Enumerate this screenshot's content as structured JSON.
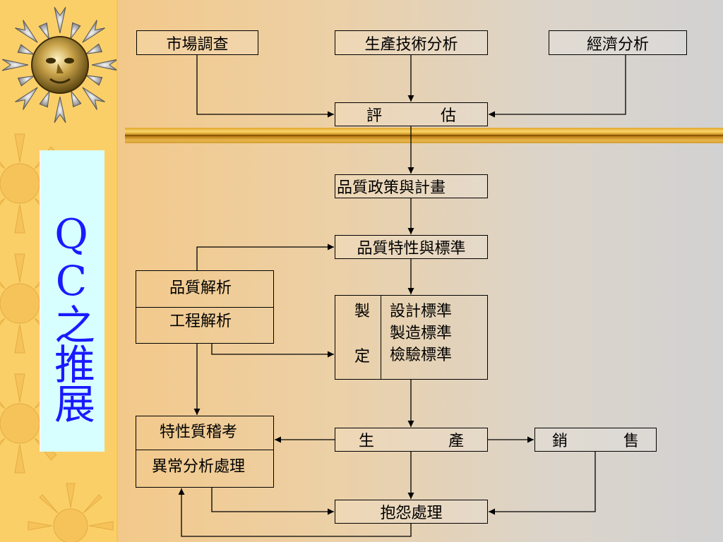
{
  "slide_title": "QC之推展",
  "nodes": {
    "market_survey": "市場調查",
    "production_tech": "生產技術分析",
    "economic_analysis": "經濟分析",
    "evaluate": [
      "評",
      "估"
    ],
    "quality_policy": "品質政策與計畫",
    "quality_characteristics": "品質特性與標準",
    "quality_analysis": "品質解析",
    "engineering_analysis": "工程解析",
    "establish": [
      "製",
      "定"
    ],
    "standards": [
      "設計標準",
      "製造標準",
      "檢驗標準"
    ],
    "characteristic_audit": "特性質稽考",
    "anomaly_handling": "異常分析處理",
    "production": [
      "生",
      "產"
    ],
    "sales": [
      "銷",
      "售"
    ],
    "complaint_handling": "抱怨處理"
  },
  "icons": [
    "sun-icon",
    "sun-icon",
    "sun-icon",
    "sun-icon",
    "sun-icon"
  ],
  "colors": {
    "sidebar": "#fbcf68",
    "title": "#1a1aff",
    "panel": "#d8ffff",
    "bar": "#d49e34"
  }
}
